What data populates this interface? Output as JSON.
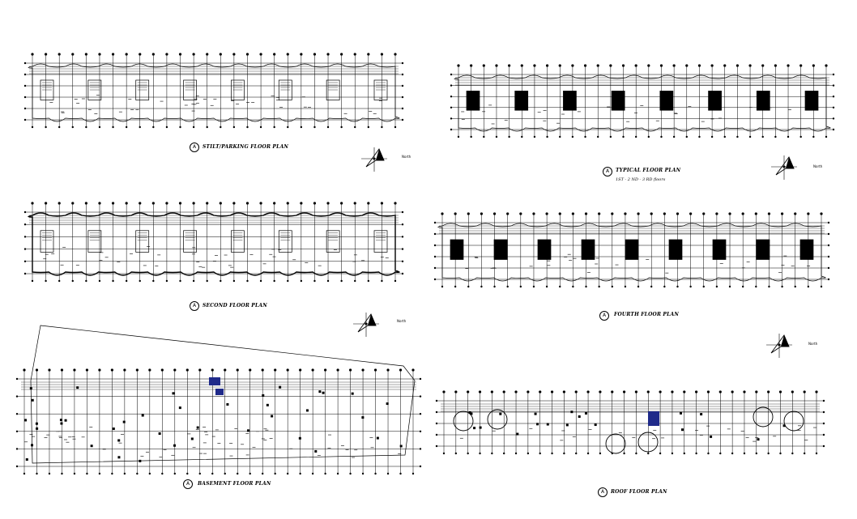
{
  "drawing": {
    "background": "#ffffff",
    "line_color": "#000000",
    "accent_color": "#1f2a8a",
    "plans": [
      {
        "key": "stilt",
        "caption": "STILT/PARKING FLOOR PLAN",
        "subcaption": "",
        "marker": "A"
      },
      {
        "key": "typical",
        "caption": "TYPICAL FLOOR PLAN",
        "subcaption": "1ST - 2 ND - 3 RD floors",
        "marker": "A"
      },
      {
        "key": "second",
        "caption": "SECOND FLOOR PLAN",
        "subcaption": "",
        "marker": "A"
      },
      {
        "key": "fourth",
        "caption": "FOURTH FLOOR PLAN",
        "subcaption": "",
        "marker": "A"
      },
      {
        "key": "basement",
        "caption": "BASEMENT FLOOR PLAN",
        "subcaption": "",
        "marker": "A"
      },
      {
        "key": "roof",
        "caption": "ROOF FLOOR PLAN",
        "subcaption": "",
        "marker": "A"
      }
    ],
    "north_label": "North",
    "north_icon": "north-arrow-icon"
  }
}
